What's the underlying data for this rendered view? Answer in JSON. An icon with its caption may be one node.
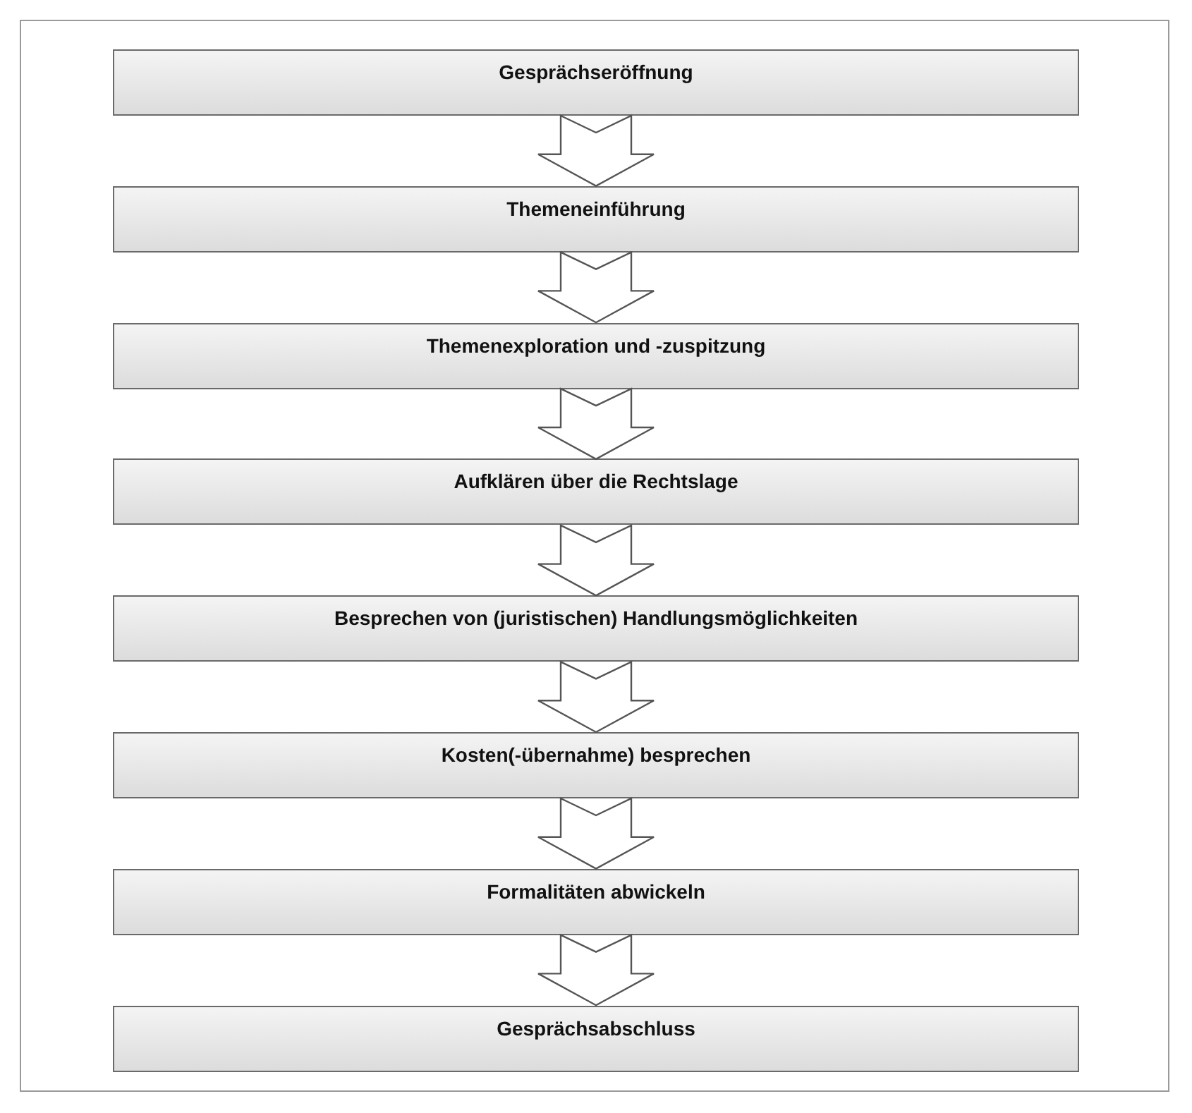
{
  "diagram": {
    "nodes": [
      {
        "text": [
          "Gesprächseröffnung"
        ]
      },
      {
        "text": [
          "Themeneinführung"
        ]
      },
      {
        "text": [
          "Themenexploration und -zuspitzung"
        ]
      },
      {
        "text": [
          "Aufklären über die Rechtslage"
        ]
      },
      {
        "text": [
          "Besprechen von (juristischen) Handlungsmöglichkeiten"
        ]
      },
      {
        "text": [
          "Kosten(-übernahme) besprechen"
        ]
      },
      {
        "text": [
          "Formalitäten abwickeln"
        ]
      },
      {
        "text": [
          "Gesprächsabschluss"
        ]
      }
    ],
    "edges": [
      {
        "from": 0,
        "to": 1,
        "arrow": "to"
      },
      {
        "from": 1,
        "to": 2,
        "arrow": "to"
      },
      {
        "from": 2,
        "to": 3,
        "arrow": "to"
      },
      {
        "from": 3,
        "to": 4,
        "arrow": "to"
      },
      {
        "from": 4,
        "to": 5,
        "arrow": "to"
      },
      {
        "from": 5,
        "to": 6,
        "arrow": "to"
      },
      {
        "from": 6,
        "to": 7,
        "arrow": "to"
      }
    ]
  }
}
